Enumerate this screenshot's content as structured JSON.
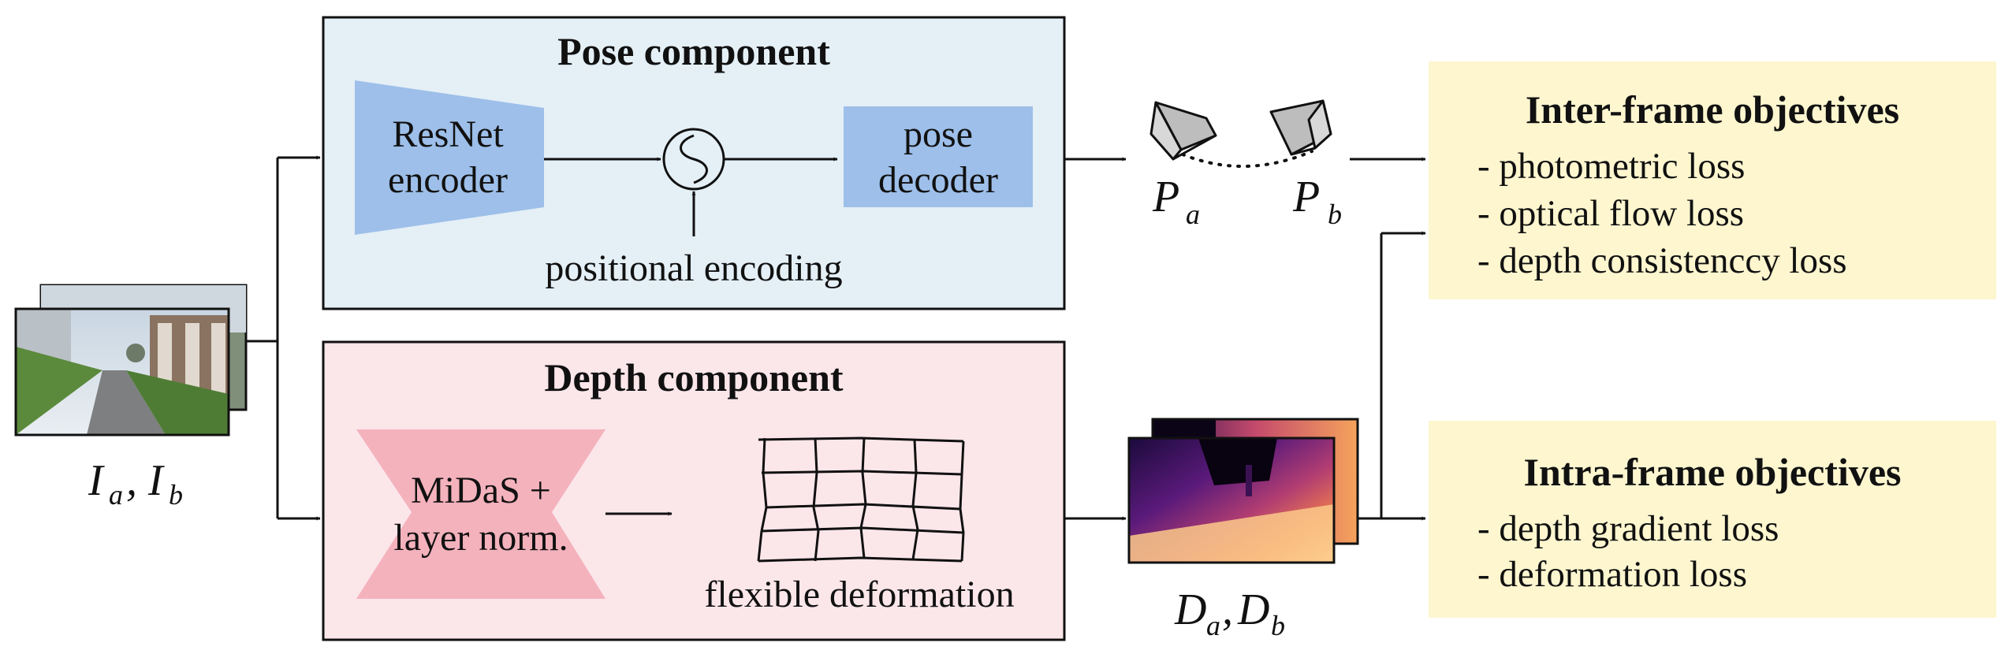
{
  "pose_component": {
    "title": "Pose component",
    "encoder_line1": "ResNet",
    "encoder_line2": "encoder",
    "decoder_line1": "pose",
    "decoder_line2": "decoder",
    "positional_encoding": "positional encoding"
  },
  "depth_component": {
    "title": "Depth component",
    "midas_line1": "MiDaS +",
    "midas_line2": "layer norm.",
    "deformation_label": "flexible deformation"
  },
  "inputs": {
    "i_main": "I",
    "i_a_sub": "a",
    "comma": ",",
    "i_b_sub": "b"
  },
  "poses": {
    "p_main": "P",
    "p_a_sub": "a",
    "p_b_sub": "b"
  },
  "depths": {
    "d_main": "D",
    "d_a_sub": "a",
    "comma": ",",
    "d_b_sub": "b"
  },
  "inter_frame": {
    "title": "Inter-frame objectives",
    "items": [
      "- photometric loss",
      "- optical flow loss",
      "- depth consistenccy loss"
    ]
  },
  "intra_frame": {
    "title": "Intra-frame objectives",
    "items": [
      "- depth gradient loss",
      "- deformation loss"
    ]
  },
  "colors": {
    "pose_bg": "#e4eff6",
    "depth_bg": "#fbe6ea",
    "pose_block": "#9dbfe9",
    "depth_block": "#f4b2bc",
    "objective_bg": "#fdf6cf"
  }
}
